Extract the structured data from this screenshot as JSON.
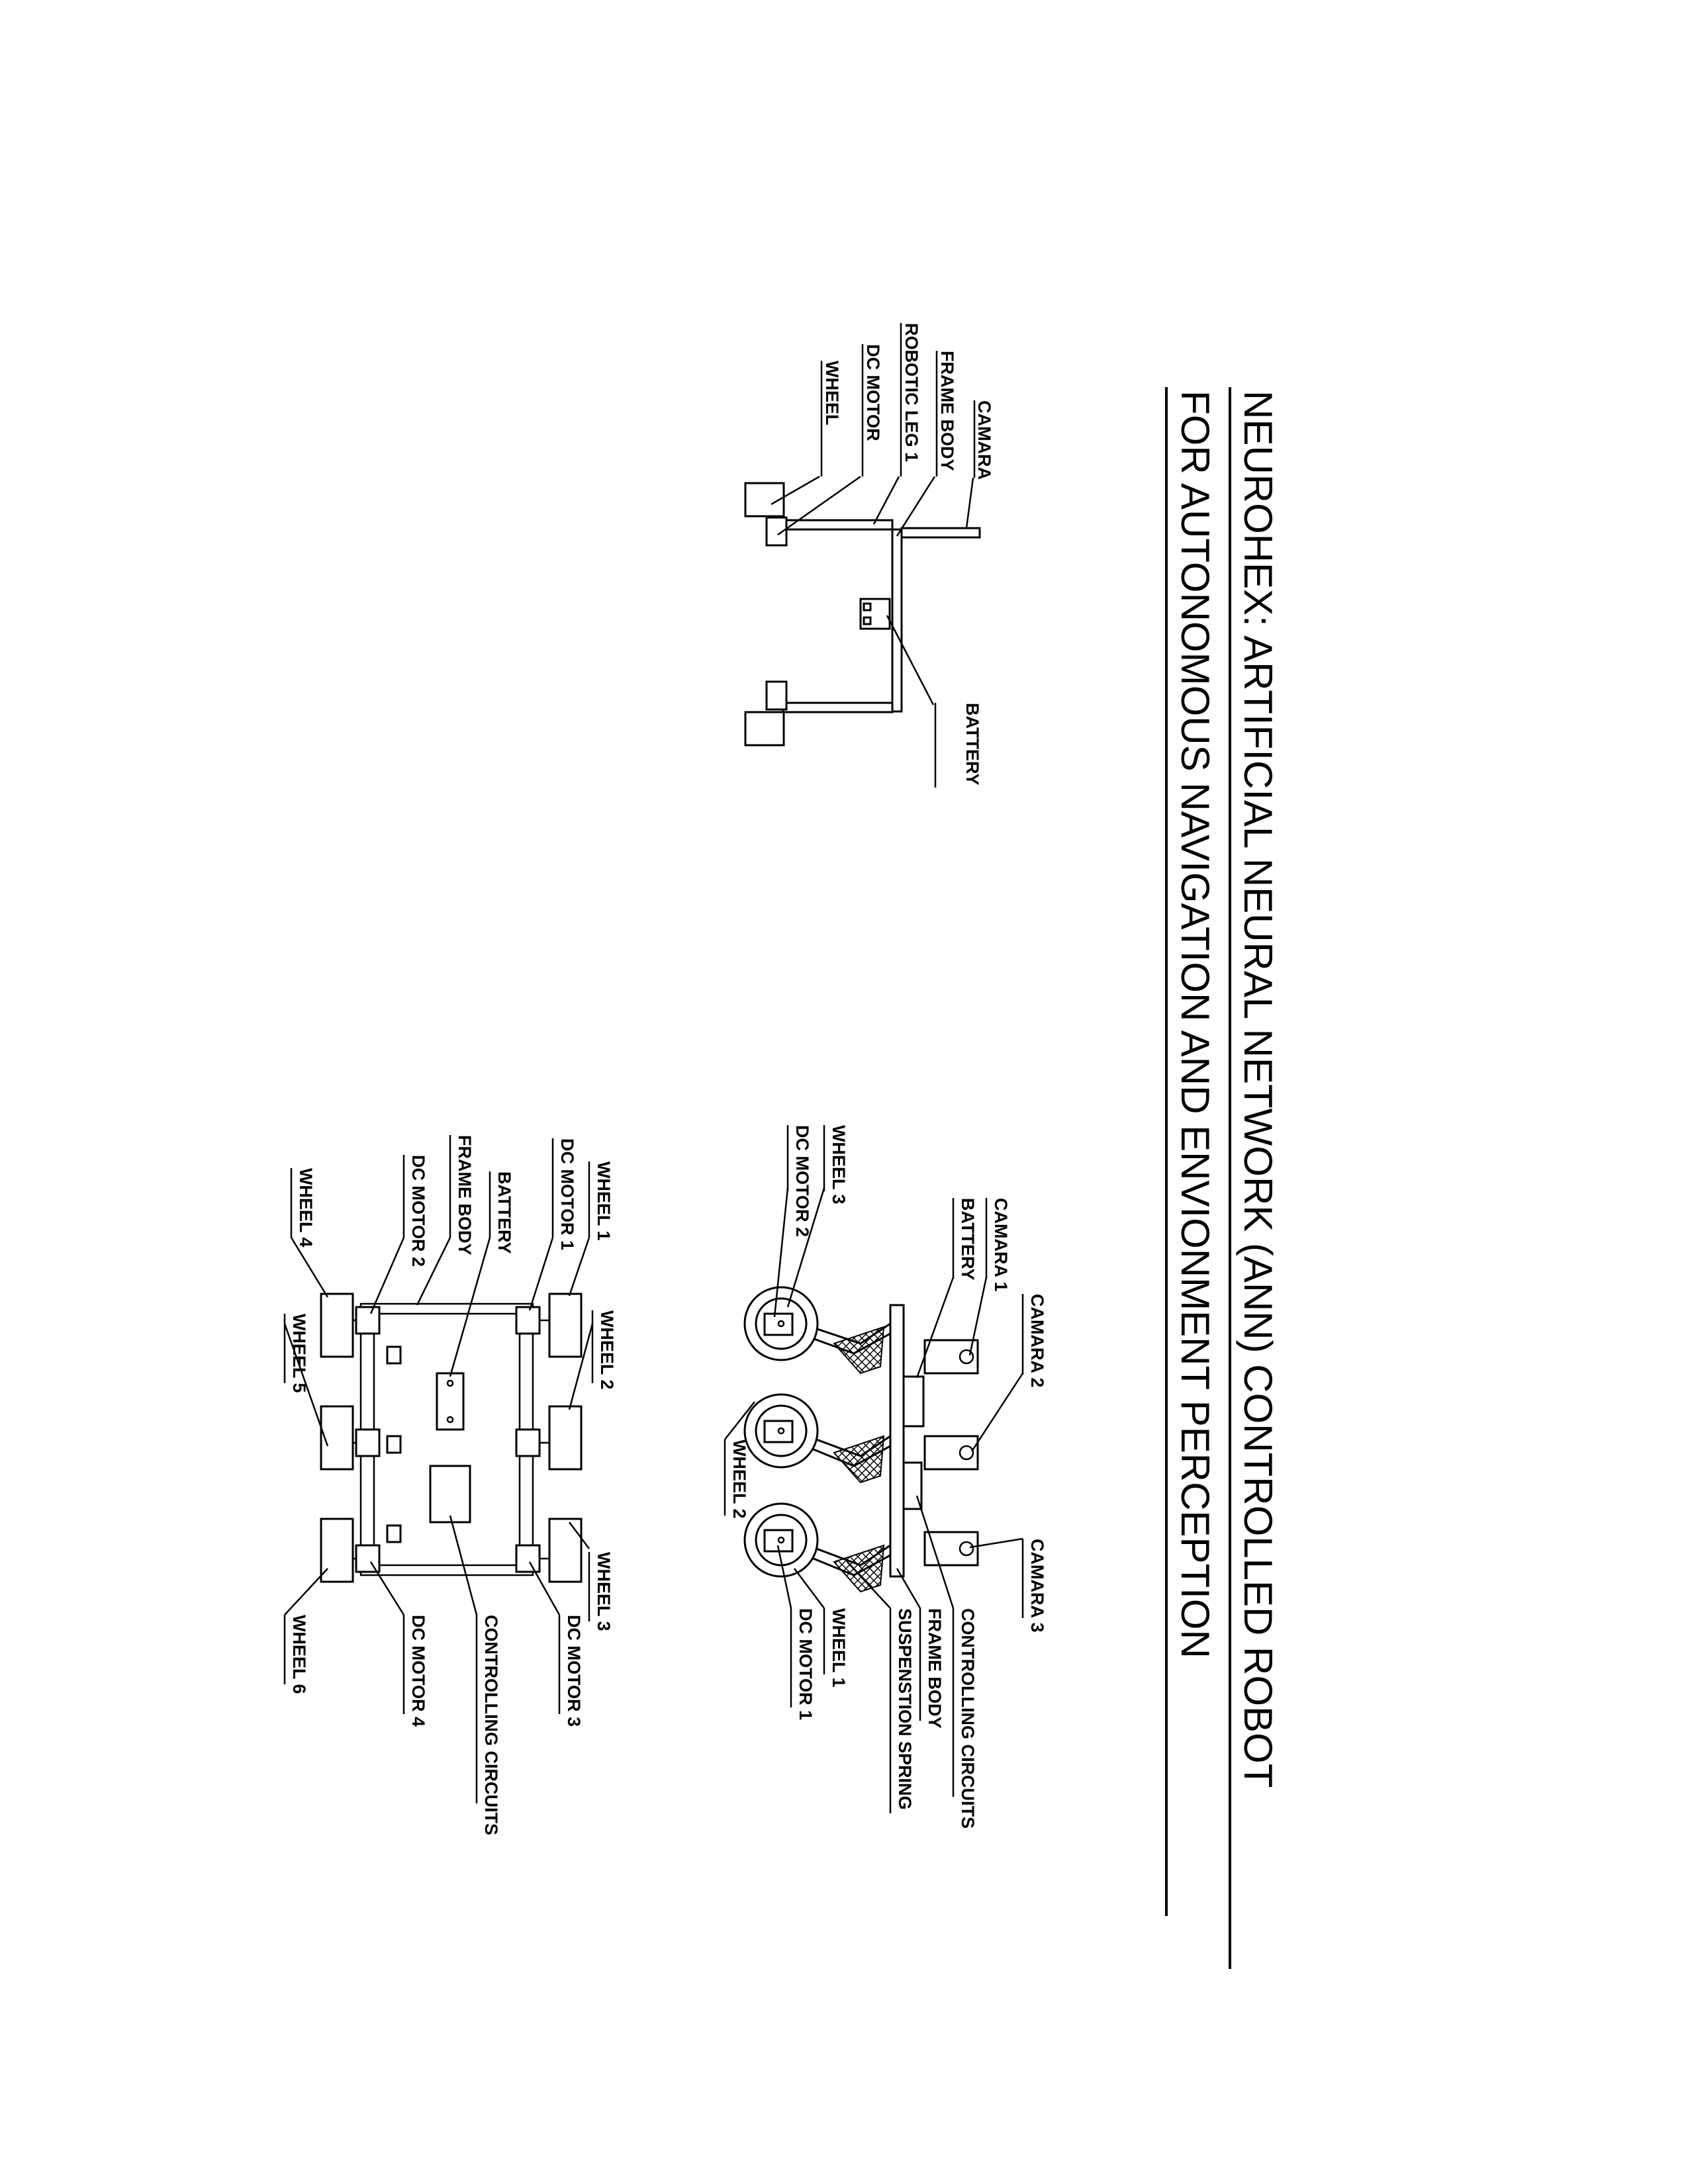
{
  "title": {
    "line1": "NEUROHEX: ARTIFICIAL NEURAL NETWORK (ANN) CONTROLLED ROBOT",
    "line2": "FOR AUTONOMOUS NAVIGATION AND ENVIONMENT PERCEPTION"
  },
  "front_view": {
    "camara": "CAMARA",
    "frame_body": "FRAME BODY",
    "robotic_leg": "ROBOTIC LEG 1",
    "dc_motor": "DC MOTOR",
    "wheel": "WHEEL",
    "battery": "BATTERY"
  },
  "side_view": {
    "wheel3": "WHEEL 3",
    "dc_motor2": "DC MOTOR 2",
    "camara1": "CAMARA 1",
    "battery": "BATTERY",
    "camara2": "CAMARA 2",
    "wheel2": "WHEEL 2",
    "camara3": "CAMARA 3",
    "controlling_circuits": "CONTROLLING CIRCUITS",
    "frame_body": "FRAME BODY",
    "suspension_spring": "SUSPENSTION SPRING",
    "wheel1": "WHEEL 1",
    "dc_motor1": "DC MOTOR 1"
  },
  "top_view": {
    "wheel1": "WHEEL 1",
    "dc_motor1": "DC MOTOR 1",
    "battery": "BATTERY",
    "frame_body": "FRAME BODY",
    "dc_motor2": "DC MOTOR 2",
    "wheel4": "WHEEL 4",
    "wheel2": "WHEEL 2",
    "wheel5": "WHEEL 5",
    "wheel3": "WHEEL 3",
    "dc_motor3": "DC MOTOR 3",
    "controlling_circuits": "CONTROLLING CIRCUITS",
    "dc_motor4": "DC MOTOR 4",
    "wheel6": "WHEEL 6"
  }
}
